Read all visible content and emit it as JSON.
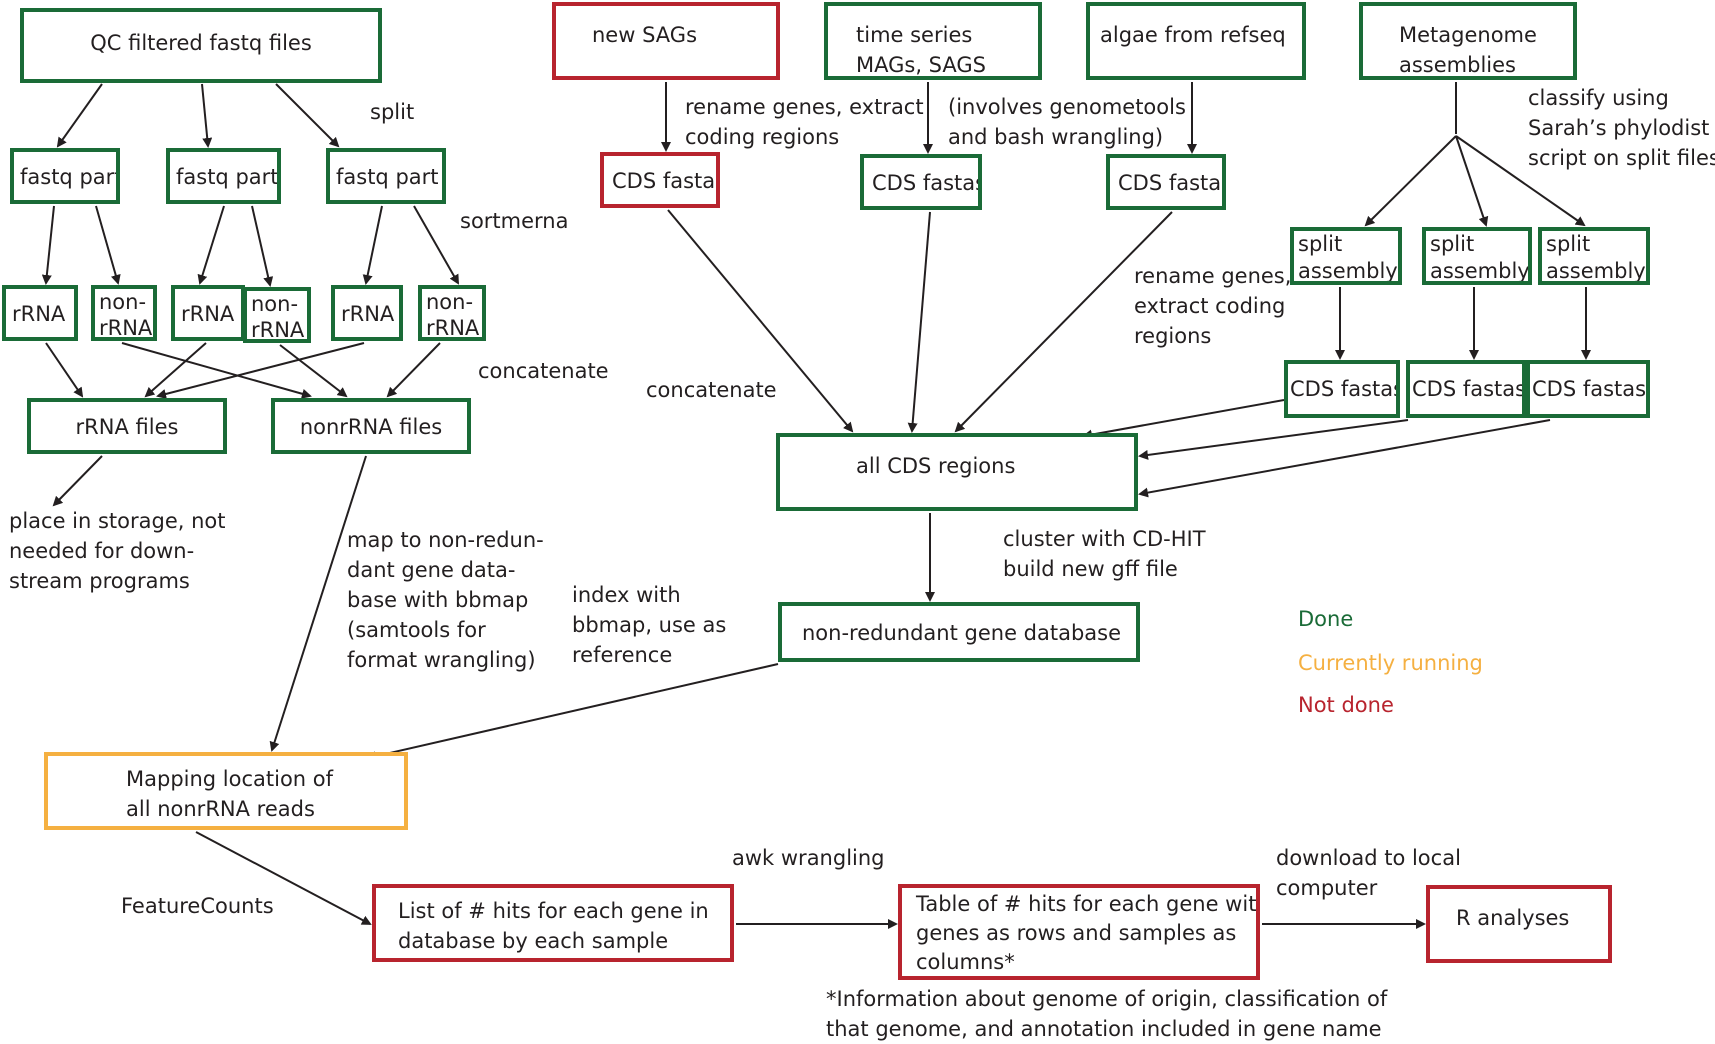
{
  "colors": {
    "done": "#1a6b37",
    "running": "#f5b041",
    "not_done": "#b8242e",
    "ink": "#231f20"
  },
  "nodes": {
    "qc_fastq": [
      "QC filtered fastq files"
    ],
    "fastq_part_1": [
      "fastq part"
    ],
    "fastq_part_2": [
      "fastq part"
    ],
    "fastq_part_3": [
      "fastq part"
    ],
    "rrna_1": [
      "rRNA"
    ],
    "nonrrna_1": [
      "non-",
      "rRNA"
    ],
    "rrna_2": [
      "rRNA"
    ],
    "nonrrna_2": [
      "non-",
      "rRNA"
    ],
    "rrna_3": [
      "rRNA"
    ],
    "nonrrna_3": [
      "non-",
      "rRNA"
    ],
    "rrna_files": [
      "rRNA files"
    ],
    "nonrrna_files": [
      "nonrRNA files"
    ],
    "new_sags": [
      "new SAGs"
    ],
    "time_series": [
      "time series",
      "MAGs, SAGS"
    ],
    "algae_refseq": [
      "algae from refseq"
    ],
    "metagenome": [
      "Metagenome",
      "assemblies"
    ],
    "cds_sags": [
      "CDS fastas"
    ],
    "cds_time": [
      "CDS fastas"
    ],
    "cds_algae": [
      "CDS fastas"
    ],
    "split_assembly_1": [
      "split",
      "assembly"
    ],
    "split_assembly_2": [
      "split",
      "assembly"
    ],
    "split_assembly_3": [
      "split",
      "assembly"
    ],
    "cds_split_1": [
      "CDS fastas"
    ],
    "cds_split_2": [
      "CDS fastas"
    ],
    "cds_split_3": [
      "CDS fastas"
    ],
    "all_cds": [
      "all CDS regions"
    ],
    "nonredundant_db": [
      "non-redundant gene database"
    ],
    "mapping_location": [
      "Mapping location of",
      "all nonrRNA reads"
    ],
    "hits_list": [
      "List of # hits for each gene in",
      "database by each sample"
    ],
    "hits_table": [
      "Table of # hits for each gene with",
      "genes as rows and samples as",
      "columns*"
    ],
    "r_analyses": [
      "R analyses"
    ]
  },
  "labels": {
    "split": [
      "split"
    ],
    "sortmerna": [
      "sortmerna"
    ],
    "concatenate_left": [
      "concatenate"
    ],
    "storage": [
      "place in storage, not",
      "needed for down-",
      "stream programs"
    ],
    "map_bbmap": [
      "map to non-redun-",
      "dant gene data-",
      "base with bbmap",
      "(samtools for",
      "format wrangling)"
    ],
    "index_bbmap": [
      "index with",
      "bbmap, use as",
      "reference"
    ],
    "rename_sags": [
      "rename genes, extract",
      "coding regions"
    ],
    "genometools": [
      "(involves genometools",
      "and bash wrangling)"
    ],
    "classify": [
      "classify using",
      "Sarah’s phylodist",
      "script on split files"
    ],
    "rename_meta": [
      "rename genes,",
      "extract coding",
      "regions"
    ],
    "concatenate_mid": [
      "concatenate"
    ],
    "cdhit": [
      "cluster with CD-HIT",
      "build new gff file"
    ],
    "featurecounts": [
      "FeatureCounts"
    ],
    "awk": [
      "awk wrangling"
    ],
    "download": [
      "download to local",
      "computer"
    ],
    "footnote": [
      "*Information about genome of origin, classification of",
      "that genome, and annotation included in gene name"
    ]
  },
  "legend": {
    "done": "Done",
    "running": "Currently running",
    "not_done": "Not done"
  }
}
